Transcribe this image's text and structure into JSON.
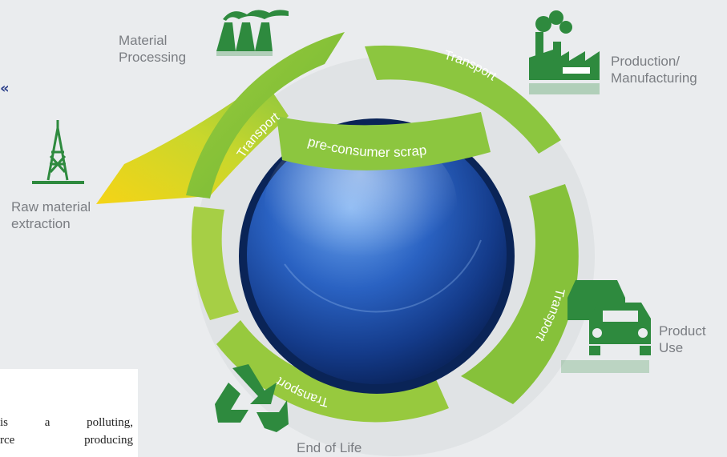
{
  "stages": {
    "raw_material": [
      "Raw material",
      "extraction"
    ],
    "material_processing": [
      "Material",
      "Processing"
    ],
    "production": [
      "Production/",
      "Manufacturing"
    ],
    "product_use": [
      "Product",
      "Use"
    ],
    "end_of_life": [
      "End of Life"
    ]
  },
  "arrows": {
    "transport_upper_left": "Transport",
    "transport_upper_right": "Transport",
    "transport_right": "Transport",
    "transport_bottom": "Transport",
    "pre_consumer": "pre-consumer scrap"
  },
  "nav": {
    "chevron": "«"
  },
  "text_card": {
    "lines": [
      "is a polluting,",
      "rce producing"
    ]
  },
  "colors": {
    "background": "#eaecee",
    "green": "#8cc63f",
    "green_dark": "#2e8a3e",
    "yellow": "#f2d11a",
    "sphere_blue": "#1b4fa8",
    "label_gray": "#7a7d82"
  },
  "icons": [
    "oil-derrick-icon",
    "chimney-plant-icon",
    "factory-icon",
    "cars-icon",
    "recycle-icon"
  ]
}
